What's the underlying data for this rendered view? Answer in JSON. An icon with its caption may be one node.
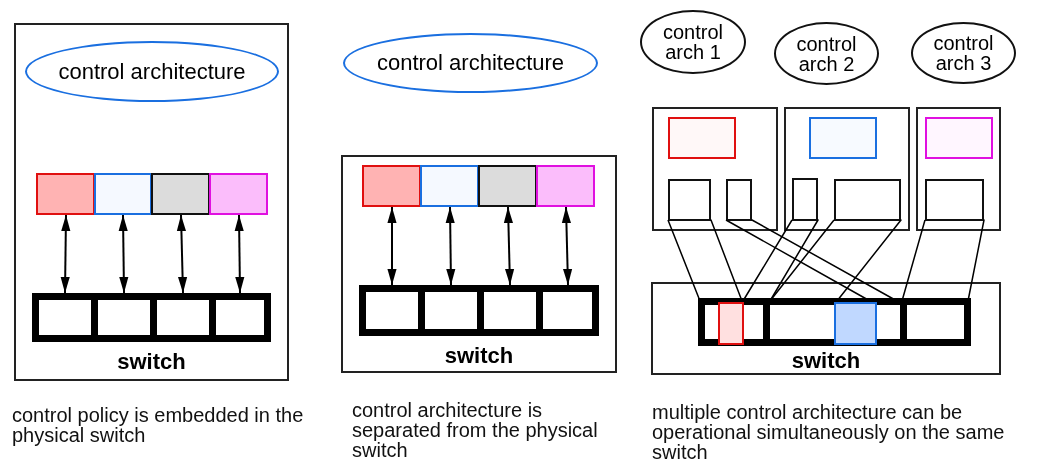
{
  "diagram": {
    "nodes": [
      {
        "text": [
          "switch"
        ]
      },
      {
        "text": [
          "control architecture"
        ],
        "in": 0
      },
      {
        "text": [],
        "shape": "box",
        "in": 0
      },
      {
        "text": [],
        "shape": "box",
        "in": 0
      },
      {
        "text": [],
        "shape": "box",
        "in": 0
      },
      {
        "text": [],
        "shape": "box",
        "in": 0
      },
      {
        "text": [],
        "shape": "box",
        "in": 0
      },
      {
        "text": [],
        "shape": "box",
        "in": 0
      },
      {
        "text": [],
        "shape": "box",
        "in": 0
      },
      {
        "text": [],
        "shape": "box",
        "in": 0
      },
      {
        "text": [
          "control architecture"
        ]
      },
      {
        "text": [
          "switch"
        ]
      },
      {
        "text": [],
        "shape": "box",
        "in": 11
      },
      {
        "text": [],
        "shape": "box",
        "in": 11
      },
      {
        "text": [],
        "shape": "box",
        "in": 11
      },
      {
        "text": [],
        "shape": "box",
        "in": 11
      },
      {
        "text": [],
        "shape": "box",
        "in": 11
      },
      {
        "text": [],
        "shape": "box",
        "in": 11
      },
      {
        "text": [],
        "shape": "box",
        "in": 11
      },
      {
        "text": [],
        "shape": "box",
        "in": 11
      },
      {
        "text": [
          "control arch 1"
        ]
      },
      {
        "text": [
          "control arch 2"
        ]
      },
      {
        "text": [
          "control arch 3"
        ]
      },
      {
        "text": [],
        "shape": "box"
      },
      {
        "text": [],
        "shape": "box",
        "in": 23
      },
      {
        "text": [],
        "shape": "box",
        "in": 23
      },
      {
        "text": [],
        "shape": "box",
        "in": 23
      },
      {
        "text": [],
        "shape": "box"
      },
      {
        "text": [],
        "shape": "box",
        "in": 27
      },
      {
        "text": [],
        "shape": "box",
        "in": 27
      },
      {
        "text": [],
        "shape": "box",
        "in": 27
      },
      {
        "text": [],
        "shape": "box"
      },
      {
        "text": [],
        "shape": "box",
        "in": 31
      },
      {
        "text": [],
        "shape": "box",
        "in": 31
      },
      {
        "text": [
          "switch"
        ]
      },
      {
        "text": [],
        "shape": "box",
        "in": 34
      },
      {
        "text": [],
        "shape": "box",
        "in": 34
      },
      {
        "text": [],
        "shape": "box",
        "in": 34
      },
      {
        "text": [],
        "shape": "box",
        "in": 35
      },
      {
        "text": [],
        "shape": "box",
        "in": 36
      }
    ],
    "edges": [
      {
        "from": 2,
        "to": 6,
        "arrow": "both"
      },
      {
        "from": 3,
        "to": 7,
        "arrow": "both"
      },
      {
        "from": 4,
        "to": 8,
        "arrow": "both"
      },
      {
        "from": 5,
        "to": 9,
        "arrow": "both"
      },
      {
        "from": 12,
        "to": 16,
        "arrow": "both"
      },
      {
        "from": 13,
        "to": 17,
        "arrow": "both"
      },
      {
        "from": 14,
        "to": 18,
        "arrow": "both"
      },
      {
        "from": 15,
        "to": 19,
        "arrow": "both"
      },
      {
        "from": 25,
        "to": 35,
        "arrow": "none"
      },
      {
        "from": 26,
        "to": 36,
        "arrow": "none"
      },
      {
        "from": 29,
        "to": 35,
        "arrow": "none"
      },
      {
        "from": 30,
        "to": 36,
        "arrow": "none"
      },
      {
        "from": 33,
        "to": 37,
        "arrow": "none"
      }
    ],
    "labels": [
      "control policy is embedded in the physical switch",
      "control architecture is separated from the physical switch",
      "multiple control architecture can be operational simultaneously on the same switch"
    ]
  }
}
